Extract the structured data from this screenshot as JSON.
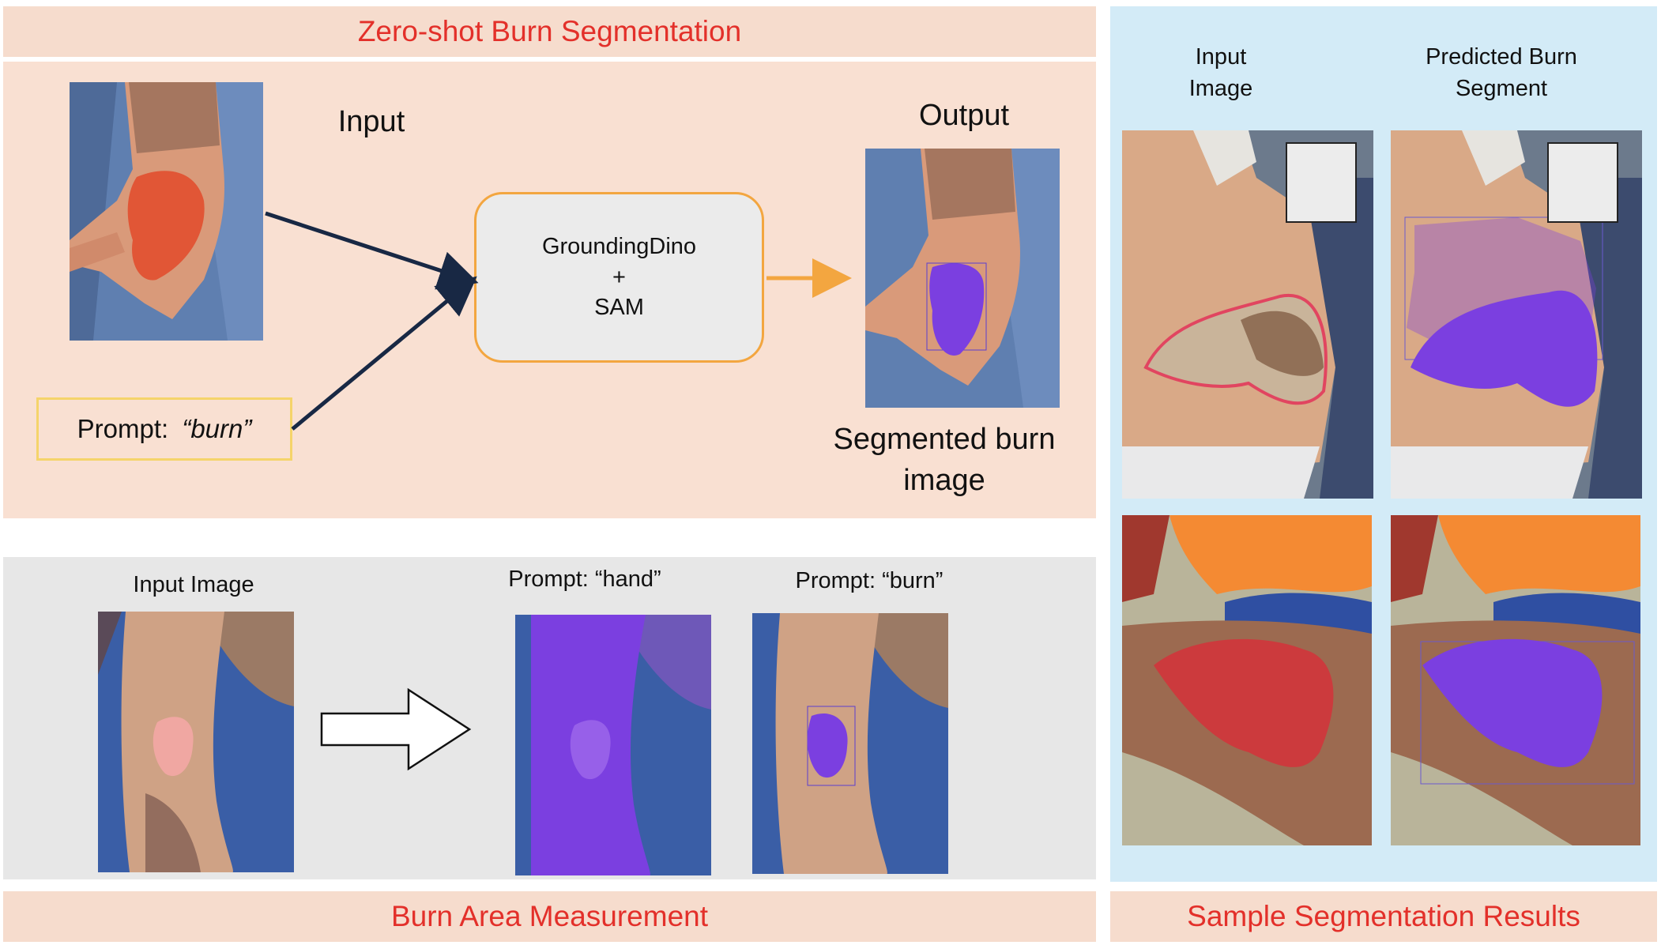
{
  "top_banner": "Zero-shot Burn Segmentation",
  "pipeline": {
    "input_label": "Input",
    "output_label": "Output",
    "model_line1": "GroundingDino",
    "model_plus": "+",
    "model_line2": "SAM",
    "prompt_prefix": "Prompt: ",
    "prompt_word": "“burn”",
    "segmented_line1": "Segmented burn",
    "segmented_line2": "image"
  },
  "measurement": {
    "input_image_label": "Input Image",
    "prompt_hand_label": "Prompt: “hand”",
    "prompt_burn_label": "Prompt: “burn”",
    "banner": "Burn Area Measurement"
  },
  "samples": {
    "col1_line1": "Input",
    "col1_line2": "Image",
    "col2_line1": "Predicted Burn",
    "col2_line2": "Segment",
    "banner": "Sample Segmentation Results"
  },
  "colors": {
    "banner_bg": "#f6dccd",
    "title_red": "#e3302a",
    "panel_peach": "#f9e0d2",
    "panel_gray": "#e7e7e7",
    "panel_blue": "#d3ebf7",
    "mask_purple": "#7b3fe0",
    "box_orange": "#f3a640",
    "prompt_yellow": "#f5d46a",
    "arrow_navy": "#182844"
  }
}
